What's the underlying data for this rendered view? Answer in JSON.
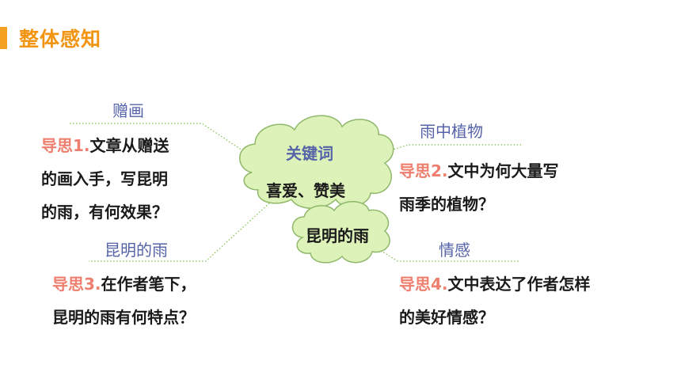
{
  "header": {
    "title": "整体感知"
  },
  "cloud_main": {
    "keyword_label": "关键词",
    "keyword_value": "喜爱、赞美"
  },
  "cloud_small": {
    "text": "昆明的雨"
  },
  "branches": [
    {
      "topic": "赠画",
      "prefix": "导思1.",
      "lines": [
        "文章从赠送",
        "的画入手，写昆明",
        "的雨，有何效果？"
      ]
    },
    {
      "topic": "雨中植物",
      "prefix": "导思2.",
      "lines": [
        "文中为何大量写",
        "雨季的植物？"
      ]
    },
    {
      "topic": "昆明的雨",
      "prefix": "导思3.",
      "lines": [
        "在作者笔下，",
        "昆明的雨有何特点？"
      ]
    },
    {
      "topic": "情感",
      "prefix": "导思4.",
      "lines": [
        "文中表达了作者怎样",
        "的美好情感？"
      ]
    }
  ],
  "colors": {
    "accent": "#f29410",
    "highlight": "#ee7f6e",
    "topic": "#5563a8",
    "cloud_fill": "#dcf2b8",
    "cloud_stroke": "#8fb86a",
    "connector": "#7dc050"
  }
}
